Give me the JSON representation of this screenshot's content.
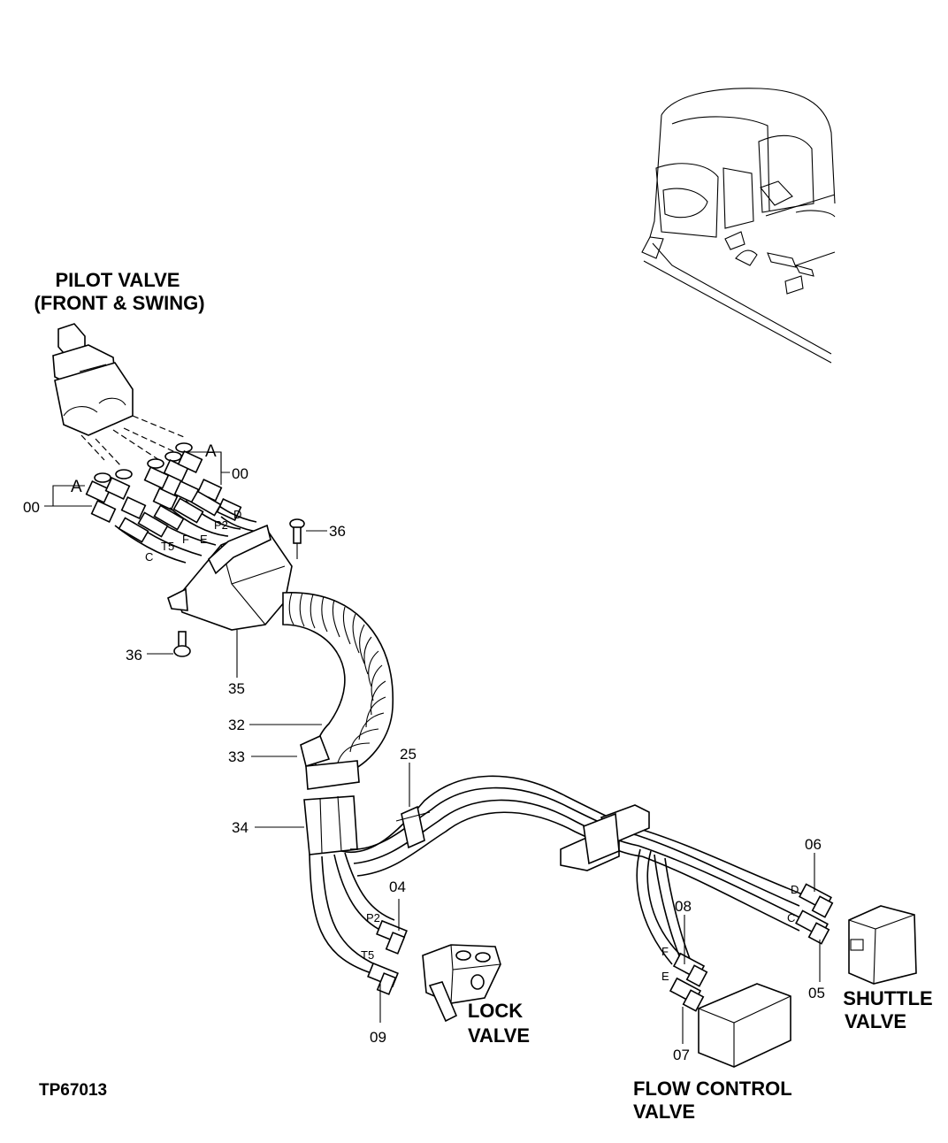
{
  "labels": {
    "pilot_valve_line1": "PILOT VALVE",
    "pilot_valve_line2": "(FRONT & SWING)",
    "lock_valve_line1": "LOCK",
    "lock_valve_line2": "VALVE",
    "flow_control_line1": "FLOW CONTROL",
    "flow_control_line2": "VALVE",
    "shuttle_valve_line1": "SHUTTLE",
    "shuttle_valve_line2": "VALVE",
    "drawing_id": "TP67013"
  },
  "callouts": {
    "n36_right": "36",
    "n36_left": "36",
    "n35": "35",
    "n32": "32",
    "n33": "33",
    "n34": "34",
    "n25": "25",
    "n04": "04",
    "n09": "09",
    "n06": "06",
    "n05": "05",
    "n08": "08",
    "n07": "07",
    "n00_right": "00",
    "n00_left": "00"
  },
  "refs": {
    "a_right": "A",
    "a_left": "A"
  },
  "hose_letters": {
    "d_top": "D",
    "p2_top": "P2",
    "e_top": "E",
    "f_top": "F",
    "t5_top": "T5",
    "c_top": "C",
    "p2": "P2",
    "t5": "T5",
    "d": "D",
    "c": "C",
    "f": "F",
    "e": "E"
  }
}
